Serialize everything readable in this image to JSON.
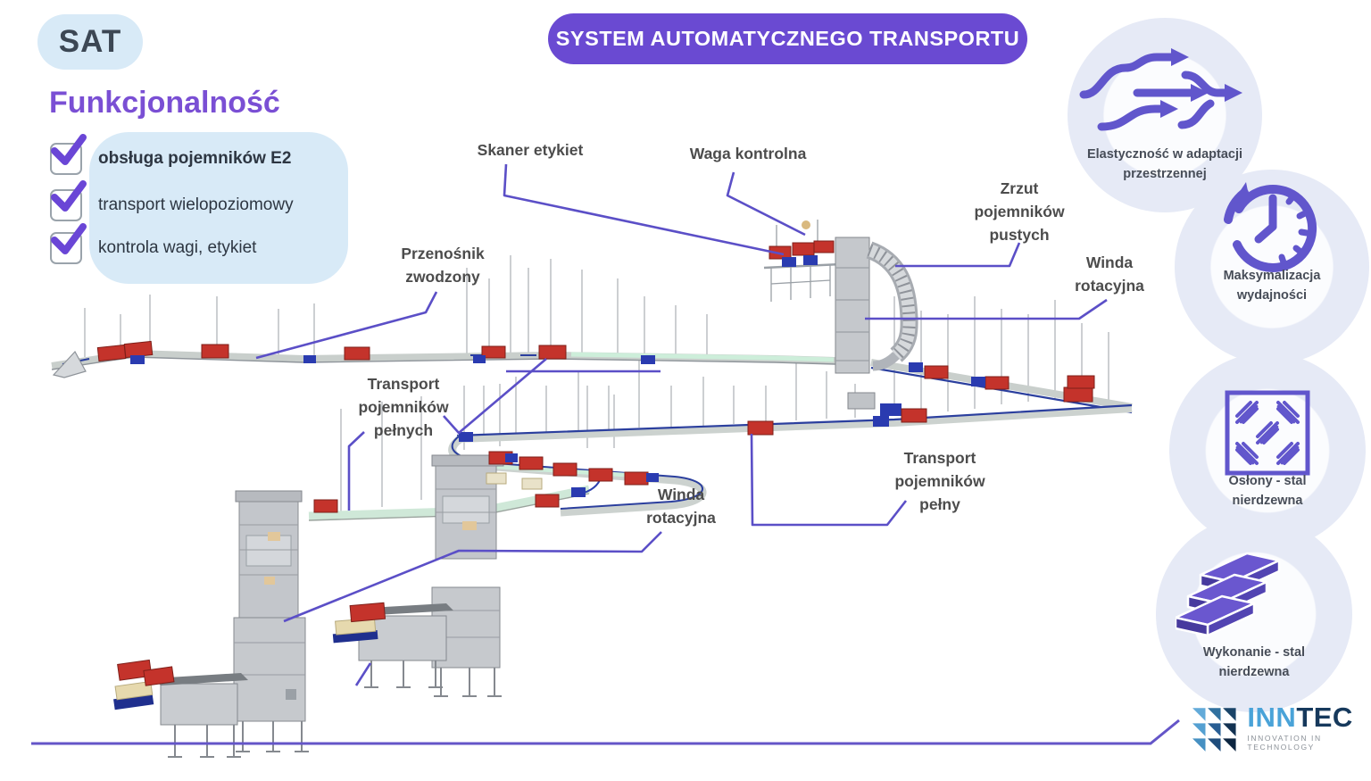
{
  "app": {
    "name_badge": "SAT",
    "title_pill": "SYSTEM AUTOMATYCZNEGO TRANSPORTU"
  },
  "functionality": {
    "heading": "Funkcjonalność",
    "items": [
      "obsługa pojemników E2",
      "transport wielopoziomowy",
      "kontrola wagi, etykiet"
    ]
  },
  "diagram": {
    "labels": [
      {
        "id": "skaner-etykiet",
        "text": "Skaner etykiet"
      },
      {
        "id": "waga-kontrolna",
        "text": "Waga kontrolna"
      },
      {
        "id": "zrzut-pojemnikow",
        "lines": [
          "Zrzut",
          "pojemników",
          "pustych"
        ]
      },
      {
        "id": "winda-rotacyjna-prawa",
        "lines": [
          "Winda",
          "rotacyjna"
        ]
      },
      {
        "id": "przenosnik-zwodzony",
        "lines": [
          "Przenośnik",
          "zwodzony"
        ]
      },
      {
        "id": "transport-pelnych",
        "lines": [
          "Transport",
          "pojemników",
          "pełnych"
        ]
      },
      {
        "id": "winda-rotacyjna-srodkowa",
        "lines": [
          "Winda",
          "rotacyjna"
        ]
      },
      {
        "id": "transport-pelny",
        "lines": [
          "Transport",
          "pojemników",
          "pełny"
        ]
      }
    ]
  },
  "benefits": [
    {
      "icon": "flow-arrows-icon",
      "lines": [
        "Elastyczność w adaptacji",
        "przestrzennej"
      ]
    },
    {
      "icon": "clock-efficiency-icon",
      "lines": [
        "Maksymalizacja",
        "wydajności"
      ]
    },
    {
      "icon": "checker-plate-icon",
      "lines": [
        "Osłony - stal",
        "nierdzewna"
      ]
    },
    {
      "icon": "steel-sheets-icon",
      "lines": [
        "Wykonanie - stal",
        "nierdzewna"
      ]
    }
  ],
  "footer": {
    "brand_inn": "INN",
    "brand_tec": "TEC",
    "tagline": "INNOVATION IN TECHNOLOGY"
  },
  "colors": {
    "accent_purple": "#6a4ad2",
    "heading_purple": "#7a4fd4",
    "leader_purple": "#5b4fc7",
    "light_blue_panel": "#d8eaf7",
    "badge_background": "#e6eaf6",
    "container_red": "#c4332b",
    "drive_blue": "#2a3bb0",
    "brand_light_blue": "#4aa3d8",
    "brand_navy": "#16395c"
  }
}
